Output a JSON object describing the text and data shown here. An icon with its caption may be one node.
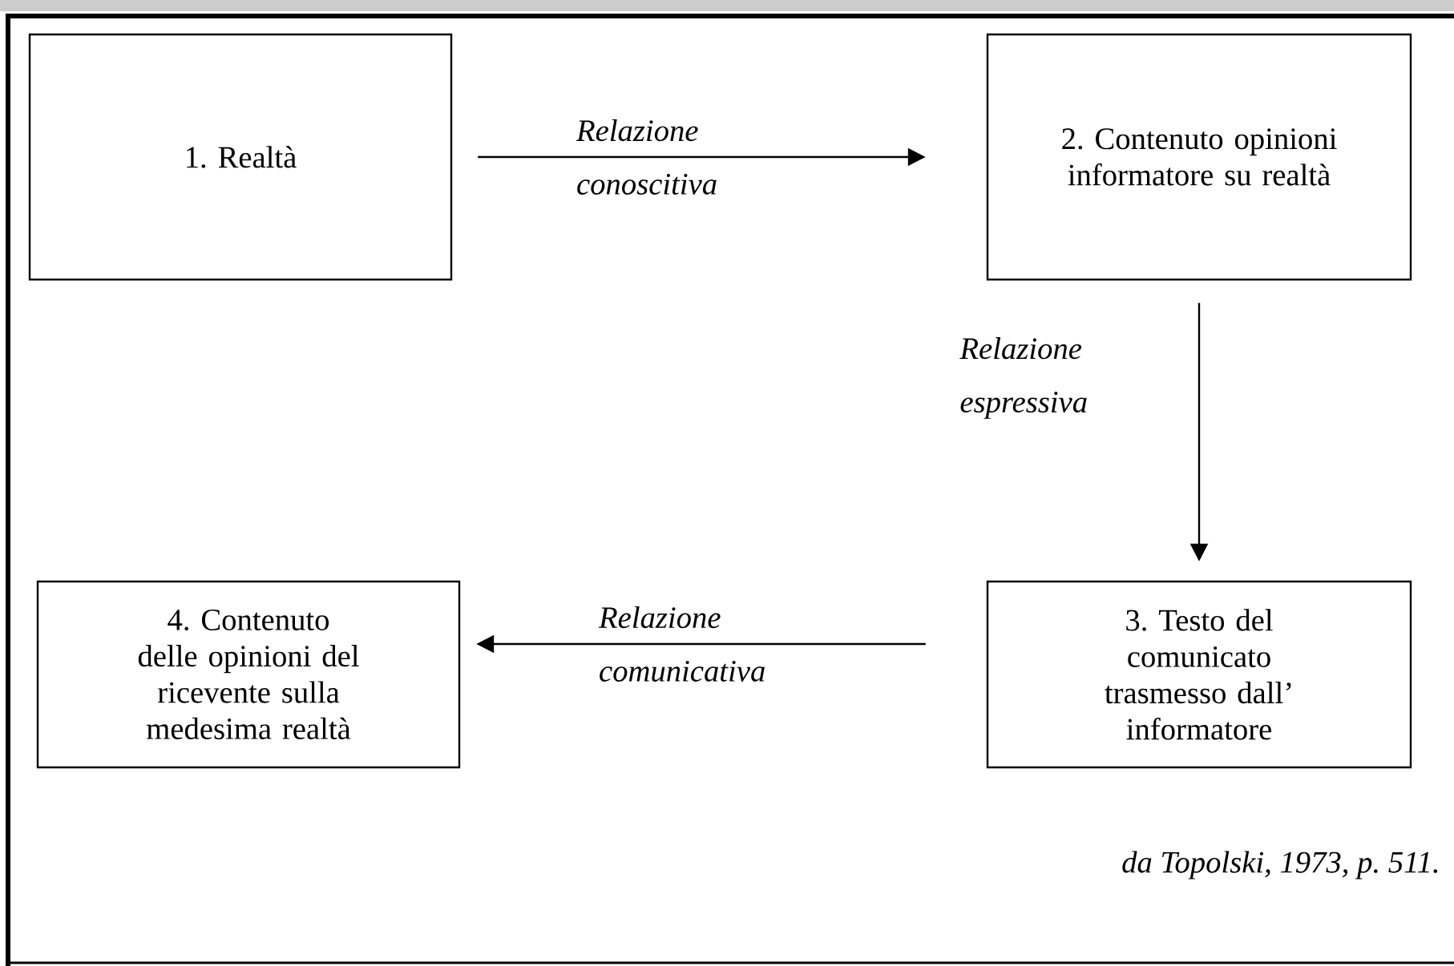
{
  "diagram": {
    "caption": "da Topolski, 1973, p. 511.",
    "nodes": [
      {
        "text": [
          "1. Realtà"
        ]
      },
      {
        "text": [
          "2. Contenuto opinioni informatore su realtà"
        ]
      },
      {
        "text": [
          "4. Contenuto delle opinioni del ricevente sulla medesima realtà"
        ]
      },
      {
        "text": [
          "3. Testo del comunicato trasmesso dall’ informatore"
        ]
      }
    ],
    "edges": [
      {
        "from": 0,
        "to": 1,
        "arrow": "to",
        "label": "Relazione conoscitiva"
      },
      {
        "from": 1,
        "to": 3,
        "arrow": "to",
        "label": "Relazione espressiva"
      },
      {
        "from": 3,
        "to": 2,
        "arrow": "to",
        "label": "Relazione comunicativa"
      }
    ]
  }
}
